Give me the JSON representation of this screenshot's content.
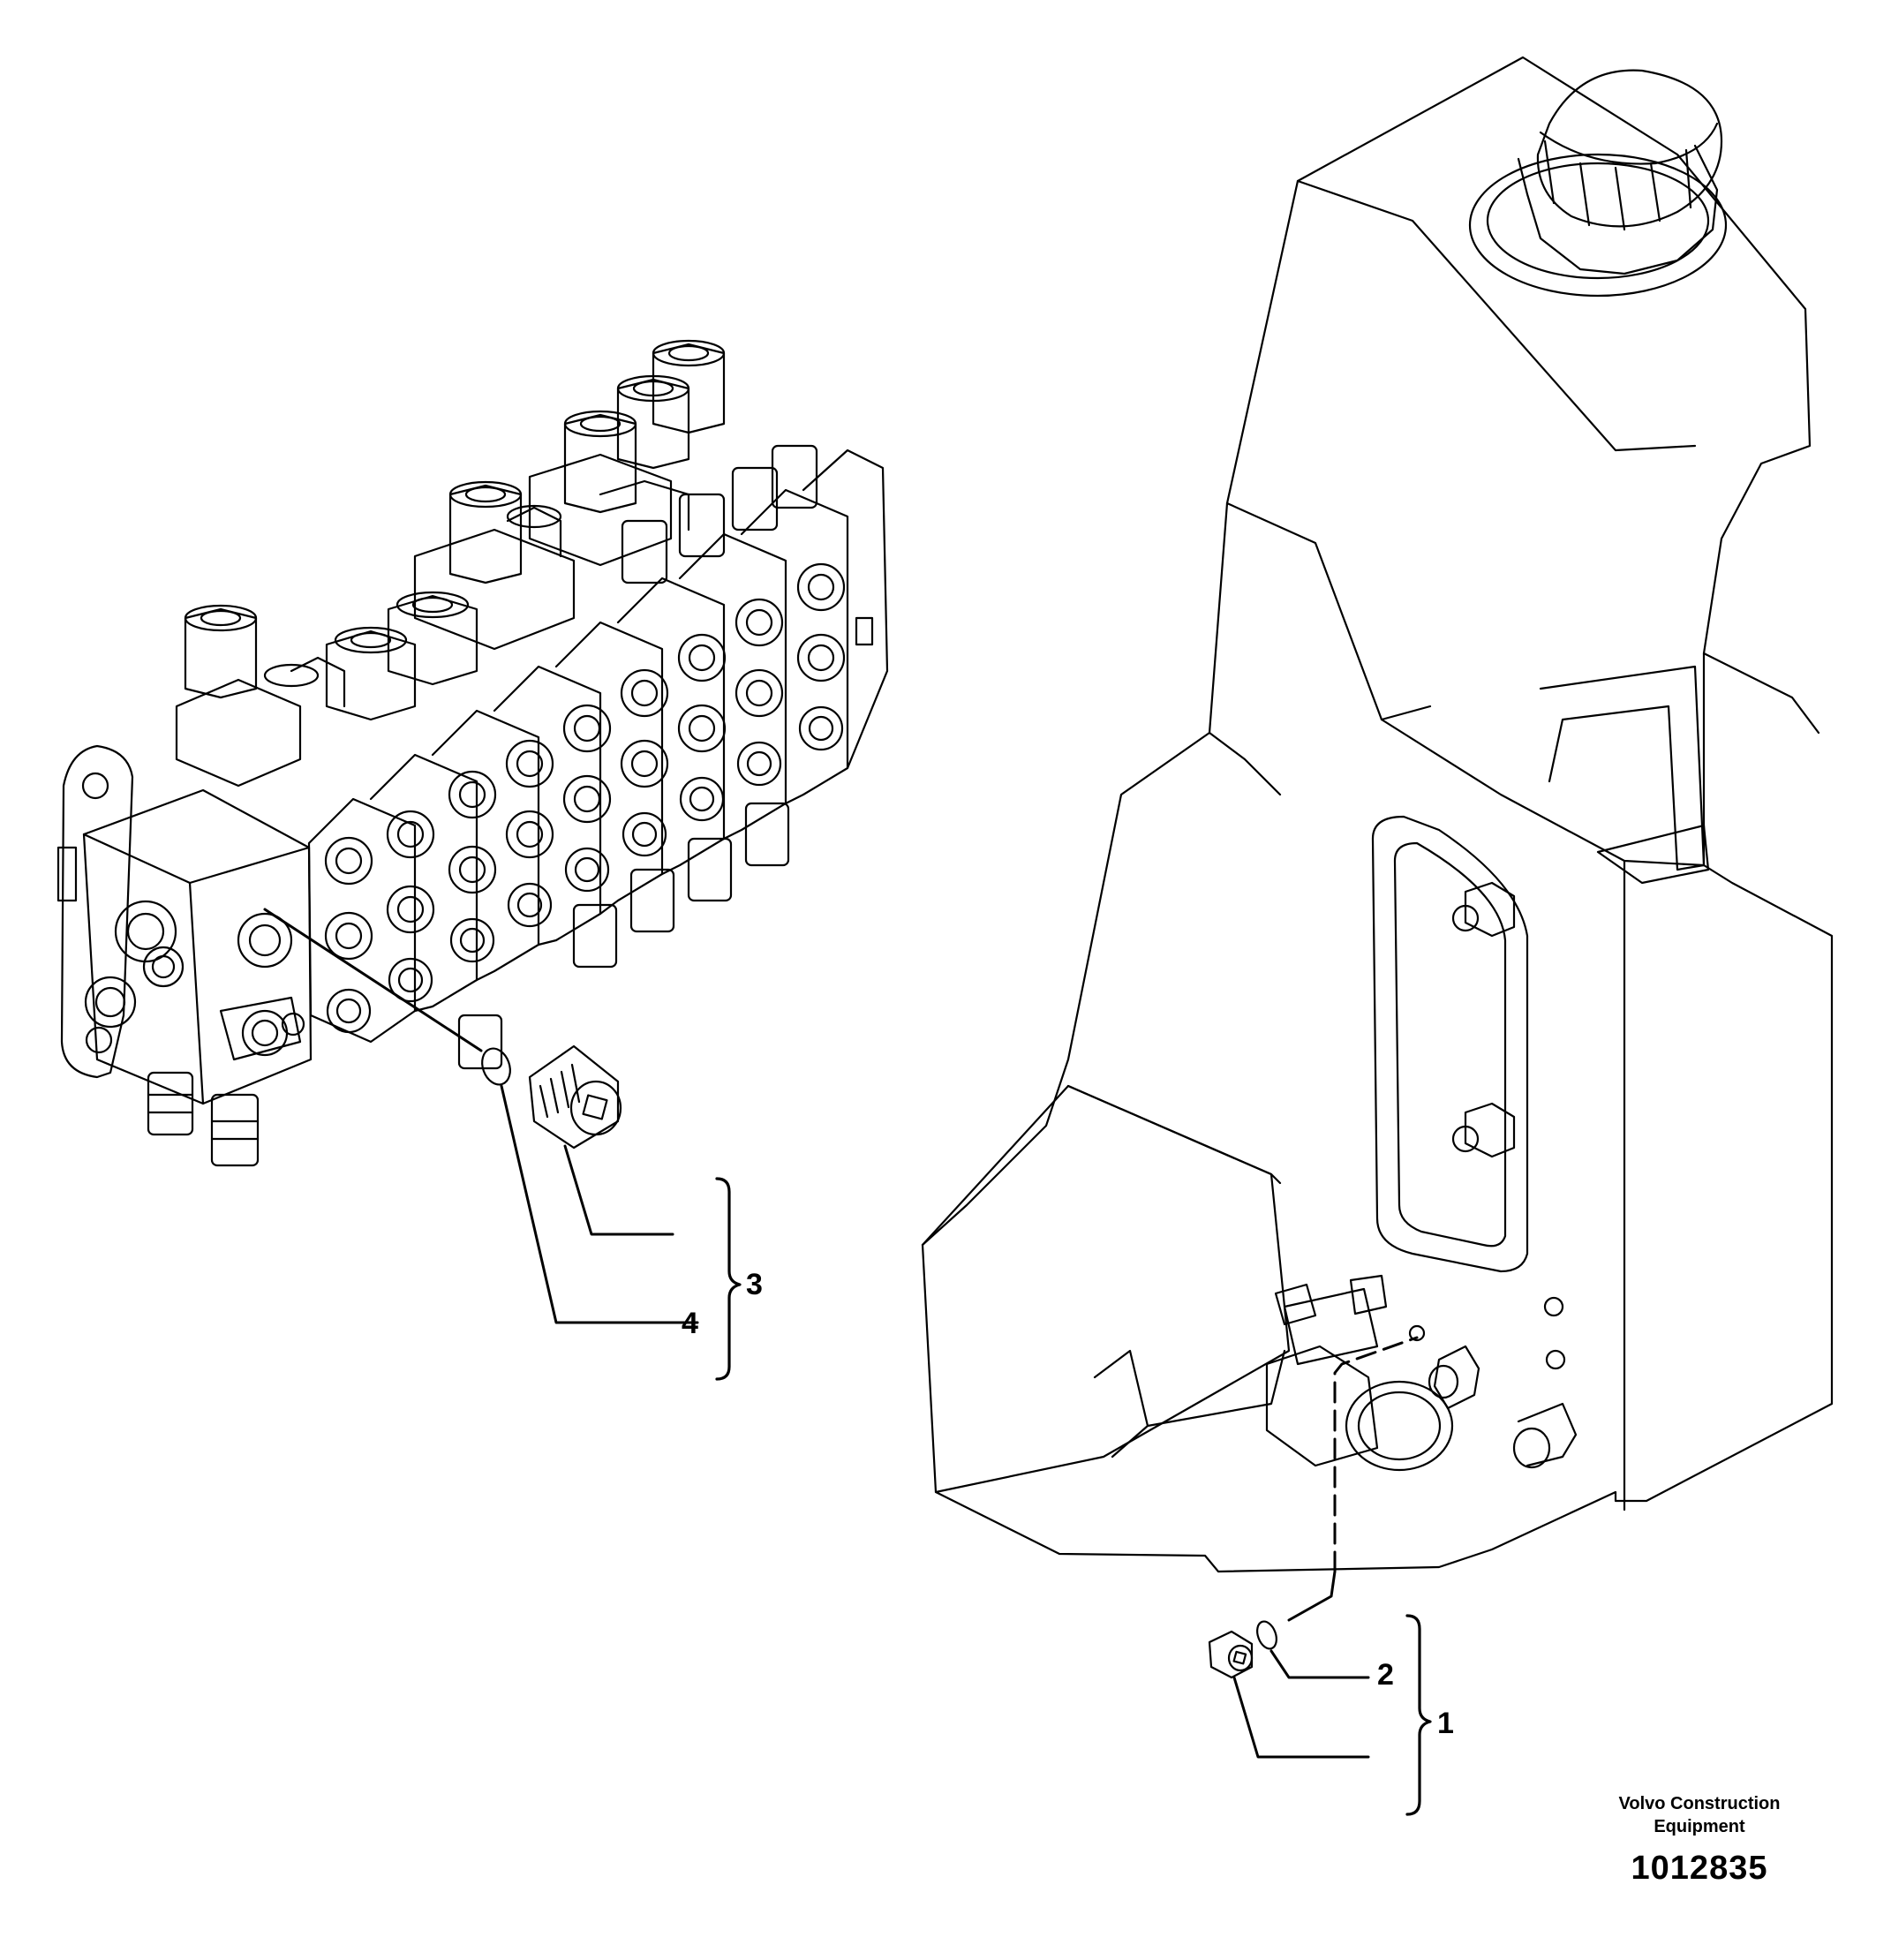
{
  "callouts": {
    "item_1": "1",
    "item_2": "2",
    "item_3": "3",
    "item_4": "4"
  },
  "brand": {
    "line1": "Volvo Construction",
    "line2": "Equipment"
  },
  "document_number": "1012835",
  "colors": {
    "line": "#000000",
    "background": "#ffffff"
  }
}
